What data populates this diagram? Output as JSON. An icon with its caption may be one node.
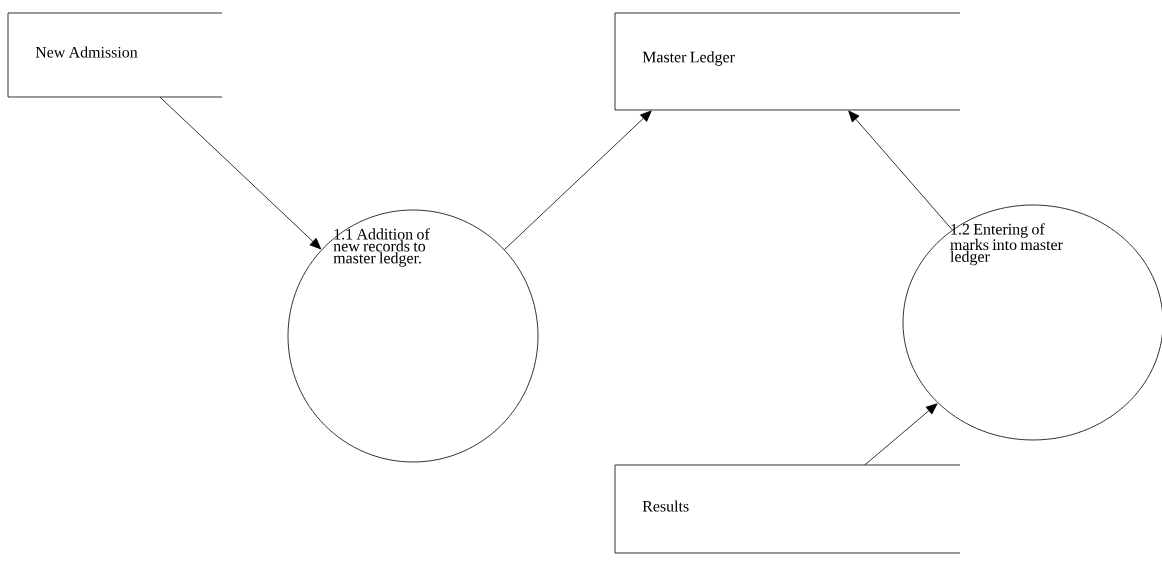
{
  "diagram": {
    "nodes": [
      {
        "text": [
          "New Admission"
        ]
      },
      {
        "text": [
          "Master Ledger"
        ]
      },
      {
        "text": [
          "1.1 Addition of new records to master ledger."
        ]
      },
      {
        "text": [
          "1.2 Entering of marks into master ledger"
        ]
      },
      {
        "text": [
          "Results"
        ]
      }
    ],
    "edges": [
      {
        "from": 0,
        "to": 2,
        "arrow": "to"
      },
      {
        "from": 2,
        "to": 1,
        "arrow": "to"
      },
      {
        "from": 3,
        "to": 1,
        "arrow": "to"
      },
      {
        "from": 4,
        "to": 3,
        "arrow": "to"
      }
    ]
  }
}
